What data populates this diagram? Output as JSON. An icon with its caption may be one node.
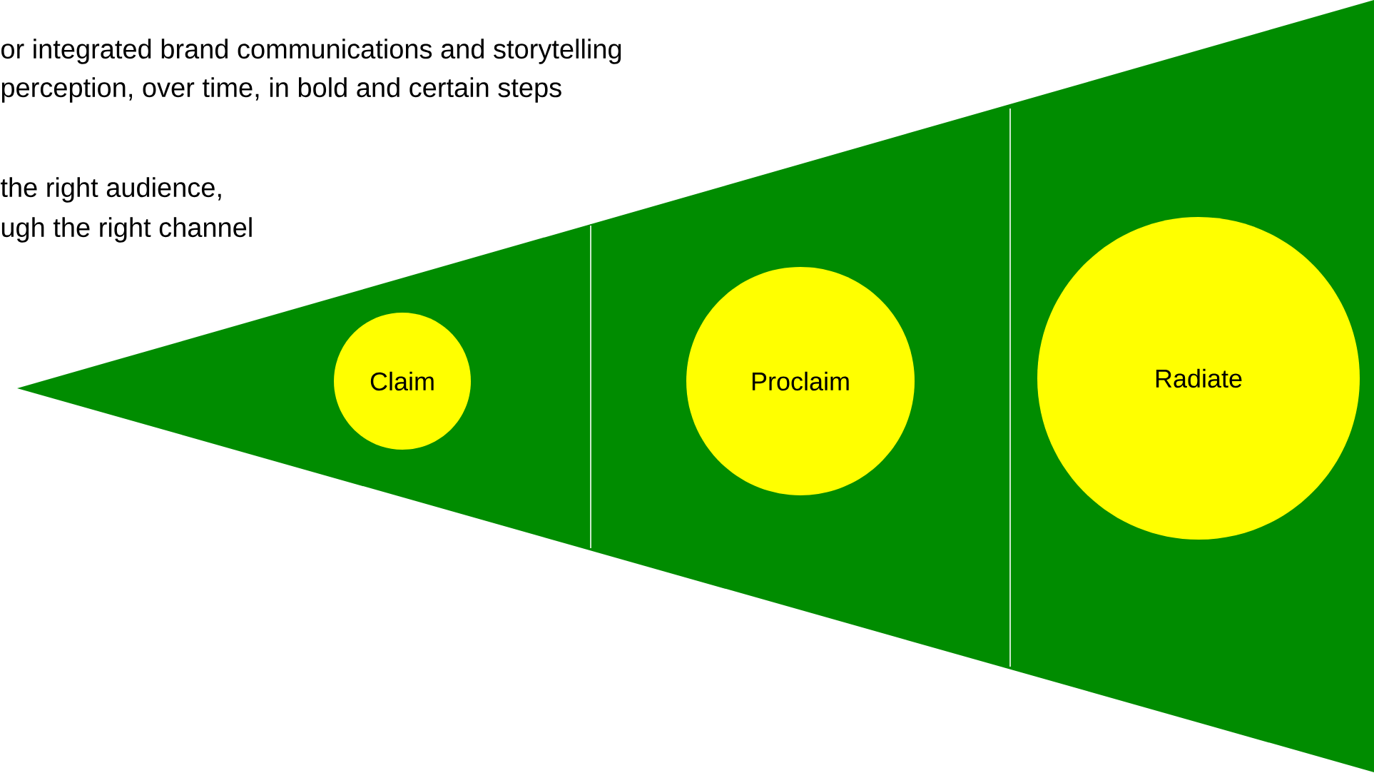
{
  "diagram": {
    "nodes": [
      {
        "text": [
          "Claim"
        ]
      },
      {
        "text": [
          "Proclaim"
        ]
      },
      {
        "text": [
          "Radiate"
        ]
      }
    ],
    "labels": [
      "or integrated brand communications and storytelling",
      "perception, over time, in bold and certain steps",
      "the right audience,",
      "ugh the right channel"
    ]
  }
}
